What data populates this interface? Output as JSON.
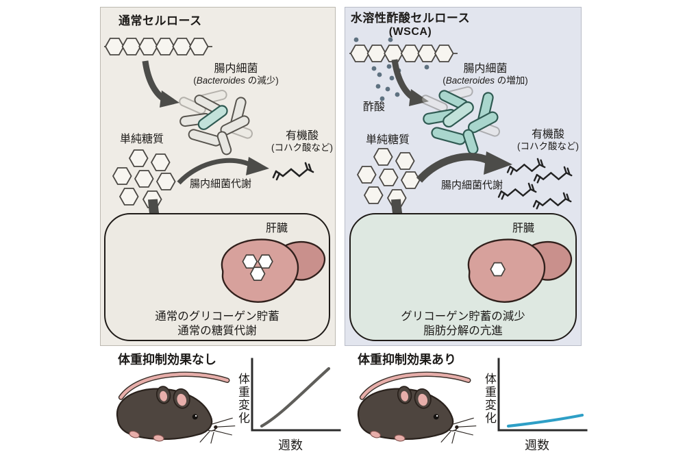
{
  "figure": {
    "left_panel": {
      "title": "通常セルロース",
      "gut_bacteria_label": "腸内細菌",
      "gut_bacteria_note_open": "(",
      "gut_bacteria_species": "Bacteroides",
      "gut_bacteria_note_rest": " の減少)",
      "simple_sugar_label": "単純糖質",
      "organic_acid_label": "有機酸",
      "organic_acid_note": "(コハク酸など)",
      "metabolism_label": "腸内細菌代謝",
      "liver_label": "肝臓",
      "outcome_line1": "通常のグリコーゲン貯蓄",
      "outcome_line2": "通常の糖質代謝"
    },
    "right_panel": {
      "title": "水溶性酢酸セルロース",
      "title_abbr": "(WSCA)",
      "acetic_acid_label": "酢酸",
      "gut_bacteria_label": "腸内細菌",
      "gut_bacteria_note_open": "(",
      "gut_bacteria_species": "Bacteroides",
      "gut_bacteria_note_rest": " の増加)",
      "simple_sugar_label": "単純糖質",
      "organic_acid_label": "有機酸",
      "organic_acid_note": "(コハク酸など)",
      "metabolism_label": "腸内細菌代謝",
      "liver_label": "肝臓",
      "outcome_line1": "グリコーゲン貯蓄の減少",
      "outcome_line2": "脂肪分解の亢進"
    },
    "bottom_left": {
      "caption": "体重抑制効果なし",
      "graph": {
        "ylabel": "体重変化",
        "xlabel": "週数",
        "line_color": "#5f5e5a"
      }
    },
    "bottom_right": {
      "caption": "体重抑制効果あり",
      "graph": {
        "ylabel": "体重変化",
        "xlabel": "週数",
        "line_color": "#2e9fc6"
      }
    },
    "colors": {
      "left_panel_bg": "#efece6",
      "right_panel_bg": "#e2e5ee",
      "left_liver_box_bg": "#edeae3",
      "right_liver_box_bg": "#dee8e1",
      "liver_fill": "#d7a19c",
      "bacteria_gray": "#e8e7e2",
      "bacteria_teal": "#a9d6cd",
      "arrow": "#4c4c49",
      "acetate_dot": "#5e7180"
    }
  },
  "chart_data": [
    {
      "type": "line",
      "title": "体重抑制効果なし",
      "xlabel": "週数",
      "ylabel": "体重変化",
      "legend": false,
      "axes_numeric": false,
      "series": [
        {
          "name": "通常セルロース",
          "x_relative": [
            0,
            0.25,
            0.5,
            0.75,
            1
          ],
          "y_relative": [
            0.08,
            0.3,
            0.52,
            0.72,
            0.88
          ]
        }
      ]
    },
    {
      "type": "line",
      "title": "体重抑制効果あり",
      "xlabel": "週数",
      "ylabel": "体重変化",
      "legend": false,
      "axes_numeric": false,
      "series": [
        {
          "name": "水溶性酢酸セルロース(WSCA)",
          "x_relative": [
            0,
            0.25,
            0.5,
            0.75,
            1
          ],
          "y_relative": [
            0.07,
            0.1,
            0.13,
            0.17,
            0.21
          ]
        }
      ]
    }
  ]
}
